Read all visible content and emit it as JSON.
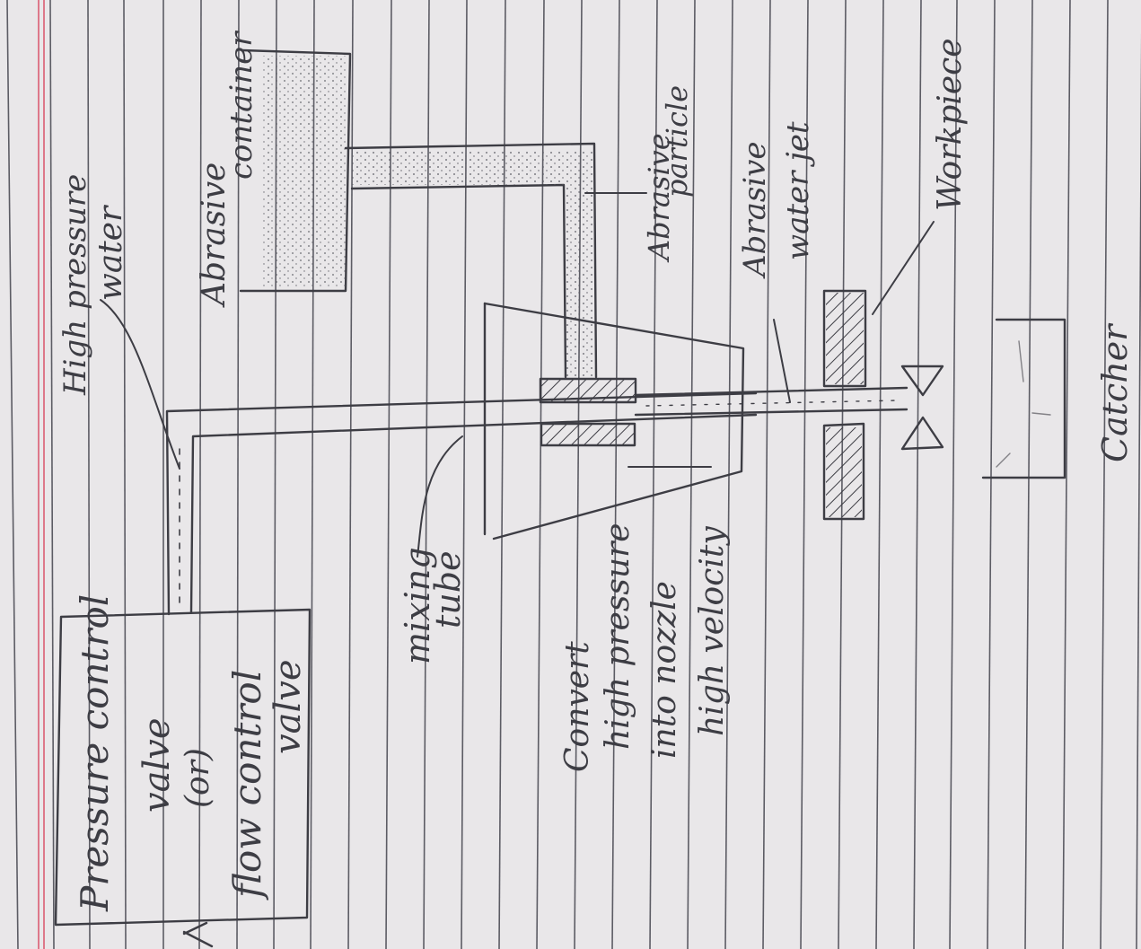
{
  "diagram": {
    "labels": {
      "valve_line1": "Pressure control",
      "valve_line2": "valve",
      "valve_line3": "(or)",
      "valve_line4": "flow control",
      "valve_line5": "valve",
      "water_line1": "High pressure",
      "water_line2": "water",
      "container_line1": "Abrasive",
      "container_line2": "container",
      "particle_line1": "Abrasive",
      "particle_line2": "particle",
      "jet_line1": "Abrasive",
      "jet_line2": "water jet",
      "workpiece": "Workpiece",
      "mixing_line1": "mixing",
      "mixing_line2": "tube",
      "convert_line1": "Convert",
      "convert_line2": "high pressure",
      "convert_line3": "into nozzle",
      "convert_line4": "high velocity",
      "catcher": "Catcher"
    },
    "colors": {
      "paper": "#e9e7e9",
      "rule": "#3a3a44",
      "margin": "#d9536a",
      "pencil": "#3d3d44"
    }
  }
}
